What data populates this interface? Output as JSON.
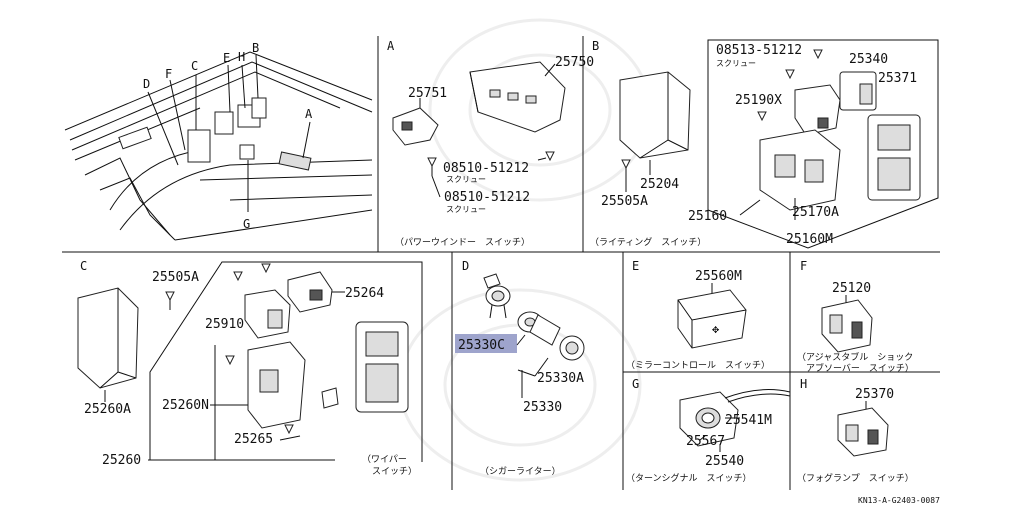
{
  "colors": {
    "line": "#111111",
    "highlight": "#9ea4cc",
    "watermark": "#eeeeee"
  },
  "overview": {
    "labels": [
      "A",
      "B",
      "C",
      "D",
      "E",
      "F",
      "G",
      "H"
    ]
  },
  "sections": {
    "A": {
      "letter": "A",
      "parts": [
        "25751",
        "25750",
        "08510-51212",
        "08510-51212"
      ],
      "screw_notes": [
        "スクリュー",
        "スクリュー"
      ],
      "caption": "（パワーウインドー　スイッチ）"
    },
    "B": {
      "letter": "B",
      "parts": [
        "08513-51212",
        "25340",
        "25371",
        "25190X",
        "25204",
        "25505A",
        "25160",
        "25170A",
        "25160M"
      ],
      "screw_note": "スクリュー",
      "caption": "（ライティング　スイッチ）"
    },
    "C": {
      "letter": "C",
      "parts": [
        "25505A",
        "25264",
        "25910",
        "25260A",
        "25260N",
        "25265",
        "25260"
      ],
      "caption_line1": "（ワイパー",
      "caption_line2": "スイッチ）"
    },
    "D": {
      "letter": "D",
      "parts": [
        "25330C",
        "25330A",
        "25330"
      ],
      "caption": "（シガーライター）"
    },
    "E": {
      "letter": "E",
      "parts": [
        "25560M"
      ],
      "caption": "（ミラーコントロール　スイッチ）"
    },
    "F": {
      "letter": "F",
      "parts": [
        "25120"
      ],
      "caption_line1": "（アジャスタブル　ショック",
      "caption_line2": "アブソーバー　スイッチ）"
    },
    "G": {
      "letter": "G",
      "parts": [
        "25541M",
        "25567",
        "25540"
      ],
      "caption": "（ターンシグナル　スイッチ）"
    },
    "H": {
      "letter": "H",
      "parts": [
        "25370"
      ],
      "caption": "（フォグランプ　スイッチ）"
    }
  },
  "footer": {
    "code": "KN13-A-G2403-0087"
  }
}
